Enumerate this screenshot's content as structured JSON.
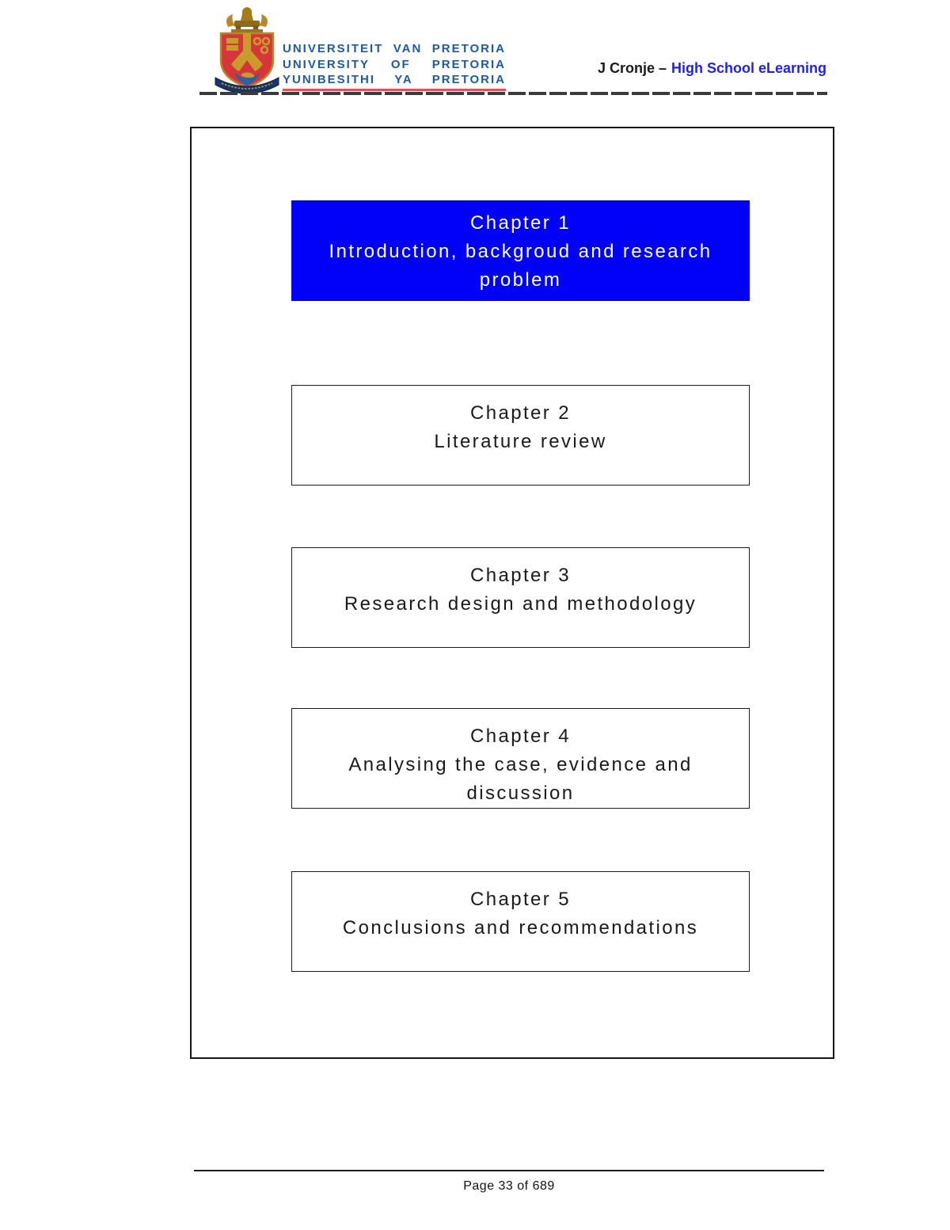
{
  "logo": {
    "line1": "UNIVERSITEIT VAN PRETORIA",
    "line2": "UNIVERSITY OF PRETORIA",
    "line3": "YUNIBESITHI YA PRETORIA"
  },
  "header": {
    "author": "J Cronje –",
    "document_title": "High School eLearning"
  },
  "chapters": [
    {
      "title": "Chapter 1",
      "subtitle": "Introduction, backgroud and research problem",
      "highlighted": true
    },
    {
      "title": "Chapter 2",
      "subtitle": "Literature review",
      "highlighted": false
    },
    {
      "title": "Chapter 3",
      "subtitle": "Research design and methodology",
      "highlighted": false
    },
    {
      "title": "Chapter 4",
      "subtitle": "Analysing the case, evidence and discussion",
      "highlighted": false
    },
    {
      "title": "Chapter 5",
      "subtitle": "Conclusions and recommendations",
      "highlighted": false
    }
  ],
  "footer": {
    "page_text": "Page 33 of 689"
  },
  "colors": {
    "chapter1_bg": "#0101FA",
    "logo_text": "#1C5AA6",
    "logo_underline": "#E0505A",
    "header_title": "#1F1FF0",
    "crest_red": "#D5353B",
    "crest_gold": "#B9872B",
    "crest_navy": "#16356B",
    "crest_blue": "#2763A8"
  }
}
